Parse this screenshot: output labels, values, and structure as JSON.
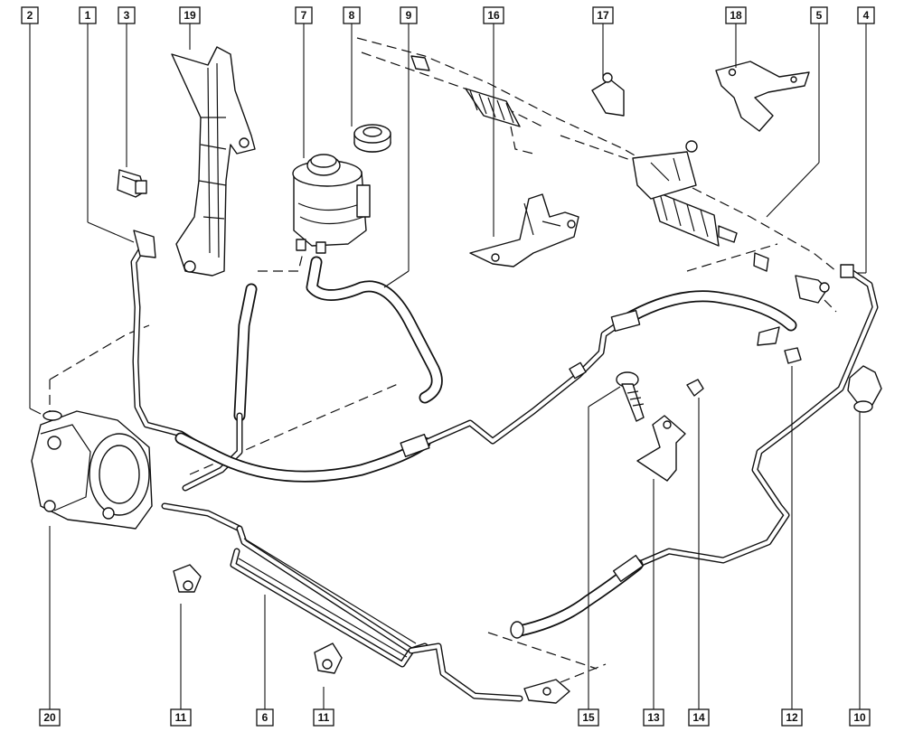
{
  "callouts": [
    {
      "id": "c2",
      "label": "2"
    },
    {
      "id": "c1",
      "label": "1"
    },
    {
      "id": "c3",
      "label": "3"
    },
    {
      "id": "c19",
      "label": "19"
    },
    {
      "id": "c7",
      "label": "7"
    },
    {
      "id": "c8",
      "label": "8"
    },
    {
      "id": "c9",
      "label": "9"
    },
    {
      "id": "c16",
      "label": "16"
    },
    {
      "id": "c17",
      "label": "17"
    },
    {
      "id": "c18",
      "label": "18"
    },
    {
      "id": "c5",
      "label": "5"
    },
    {
      "id": "c4",
      "label": "4"
    },
    {
      "id": "c20",
      "label": "20"
    },
    {
      "id": "c11a",
      "label": "11"
    },
    {
      "id": "c6",
      "label": "6"
    },
    {
      "id": "c11b",
      "label": "11"
    },
    {
      "id": "c15",
      "label": "15"
    },
    {
      "id": "c13",
      "label": "13"
    },
    {
      "id": "c14",
      "label": "14"
    },
    {
      "id": "c12",
      "label": "12"
    },
    {
      "id": "c10",
      "label": "10"
    }
  ]
}
